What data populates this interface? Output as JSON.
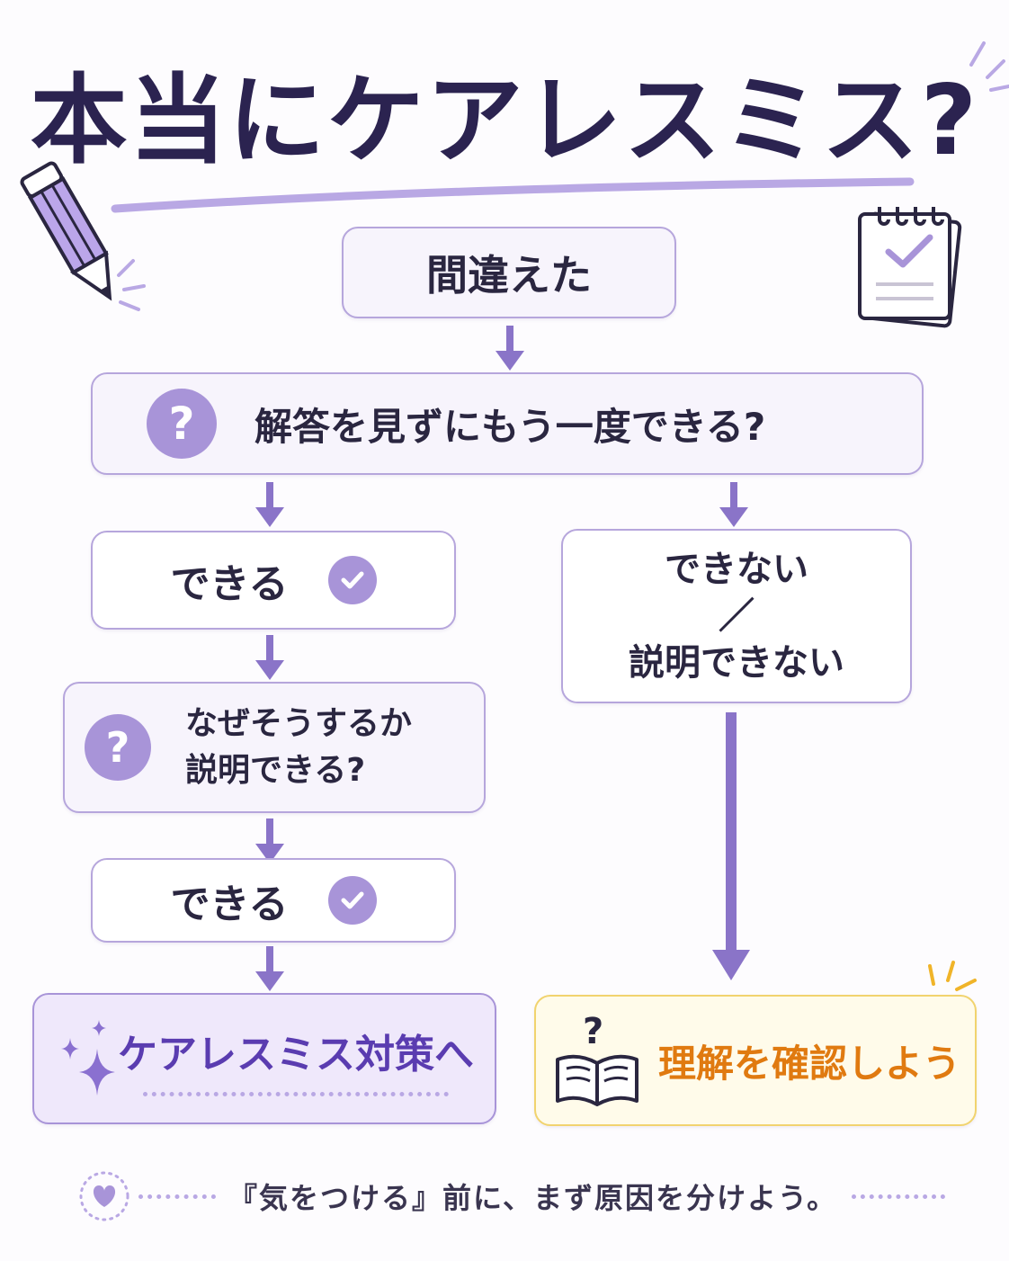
{
  "title": "本当にケアレスミス?",
  "start": "間違えた",
  "question1": "解答を見ずにもう一度できる?",
  "left": {
    "yes1": "できる",
    "question2_line1": "なぜそうするか",
    "question2_line2": "説明できる?",
    "yes2": "できる",
    "result": "ケアレスミス対策へ"
  },
  "right": {
    "no_line1": "できない",
    "no_separator": "／",
    "no_line2": "説明できない",
    "result": "理解を確認しよう"
  },
  "footer": "『気をつける』前に、まず原因を分けよう。",
  "icons": {
    "question": "?",
    "check": "check-icon"
  },
  "colors": {
    "accent": "#a894d8",
    "arrow": "#8a74c8",
    "title": "#2b2350",
    "result_left_text": "#5a3cb0",
    "result_right_text": "#e07a10",
    "result_right_border": "#f1d36e"
  }
}
